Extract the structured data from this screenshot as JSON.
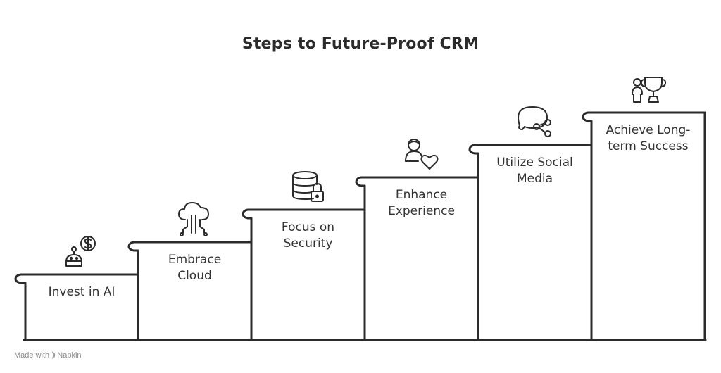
{
  "title": "Steps to Future-Proof CRM",
  "steps": [
    {
      "lines": [
        "Invest in AI"
      ],
      "icon": "robot-dollar-icon"
    },
    {
      "lines": [
        "Embrace",
        "Cloud"
      ],
      "icon": "cloud-circuit-icon"
    },
    {
      "lines": [
        "Focus on",
        "Security"
      ],
      "icon": "database-lock-icon"
    },
    {
      "lines": [
        "Enhance",
        "Experience"
      ],
      "icon": "person-heart-icon"
    },
    {
      "lines": [
        "Utilize Social",
        "Media"
      ],
      "icon": "chat-share-icon"
    },
    {
      "lines": [
        "Achieve Long-",
        "term Success"
      ],
      "icon": "person-trophy-icon"
    }
  ],
  "footer": {
    "made_with": "Made with",
    "brand": "Napkin"
  },
  "colors": {
    "stroke": "#2b2b2b",
    "text": "#333333",
    "footer": "#8a8a8a",
    "background": "#ffffff"
  }
}
